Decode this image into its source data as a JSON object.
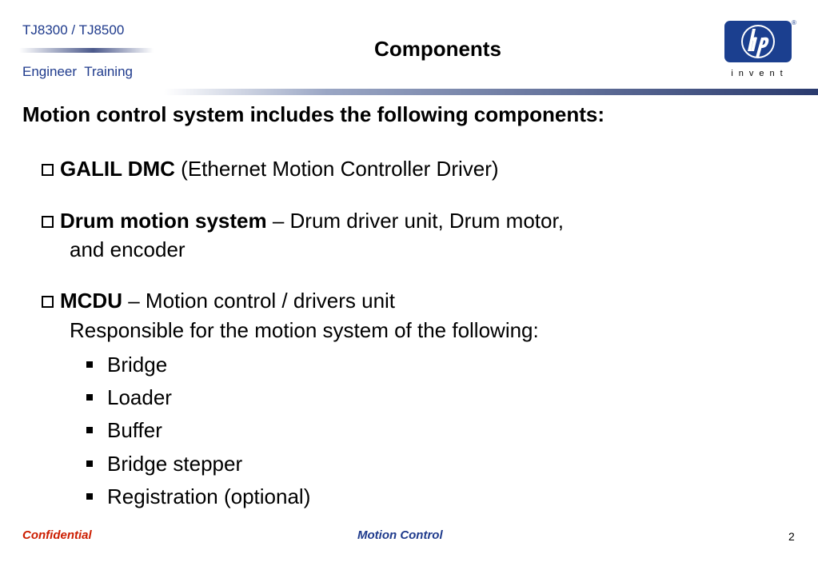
{
  "header": {
    "product": "TJ8300 / TJ8500",
    "training": "Engineer  Training",
    "title": "Components"
  },
  "logo": {
    "brand": "hp",
    "tagline": "invent",
    "registered": "®",
    "box_color": "#1b3f8f"
  },
  "content": {
    "heading": "Motion control system includes the following components:",
    "items": [
      {
        "bold": "GALIL DMC",
        "text": " (Ethernet Motion Controller Driver)"
      },
      {
        "bold": "Drum motion system",
        "text": " – Drum driver unit, Drum motor,",
        "continuation": "and encoder"
      },
      {
        "bold": "MCDU",
        "text": " – Motion control / drivers unit",
        "continuation": "Responsible for the motion system of the following:",
        "subitems": [
          "Bridge",
          "Loader",
          "Buffer",
          "Bridge stepper",
          "Registration (optional)"
        ]
      }
    ]
  },
  "footer": {
    "left": "Confidential",
    "center": "Motion Control",
    "page": "2"
  },
  "colors": {
    "header_text": "#1e3a8c",
    "confidential": "#cc1d00",
    "footer_center": "#1e3a8c"
  }
}
